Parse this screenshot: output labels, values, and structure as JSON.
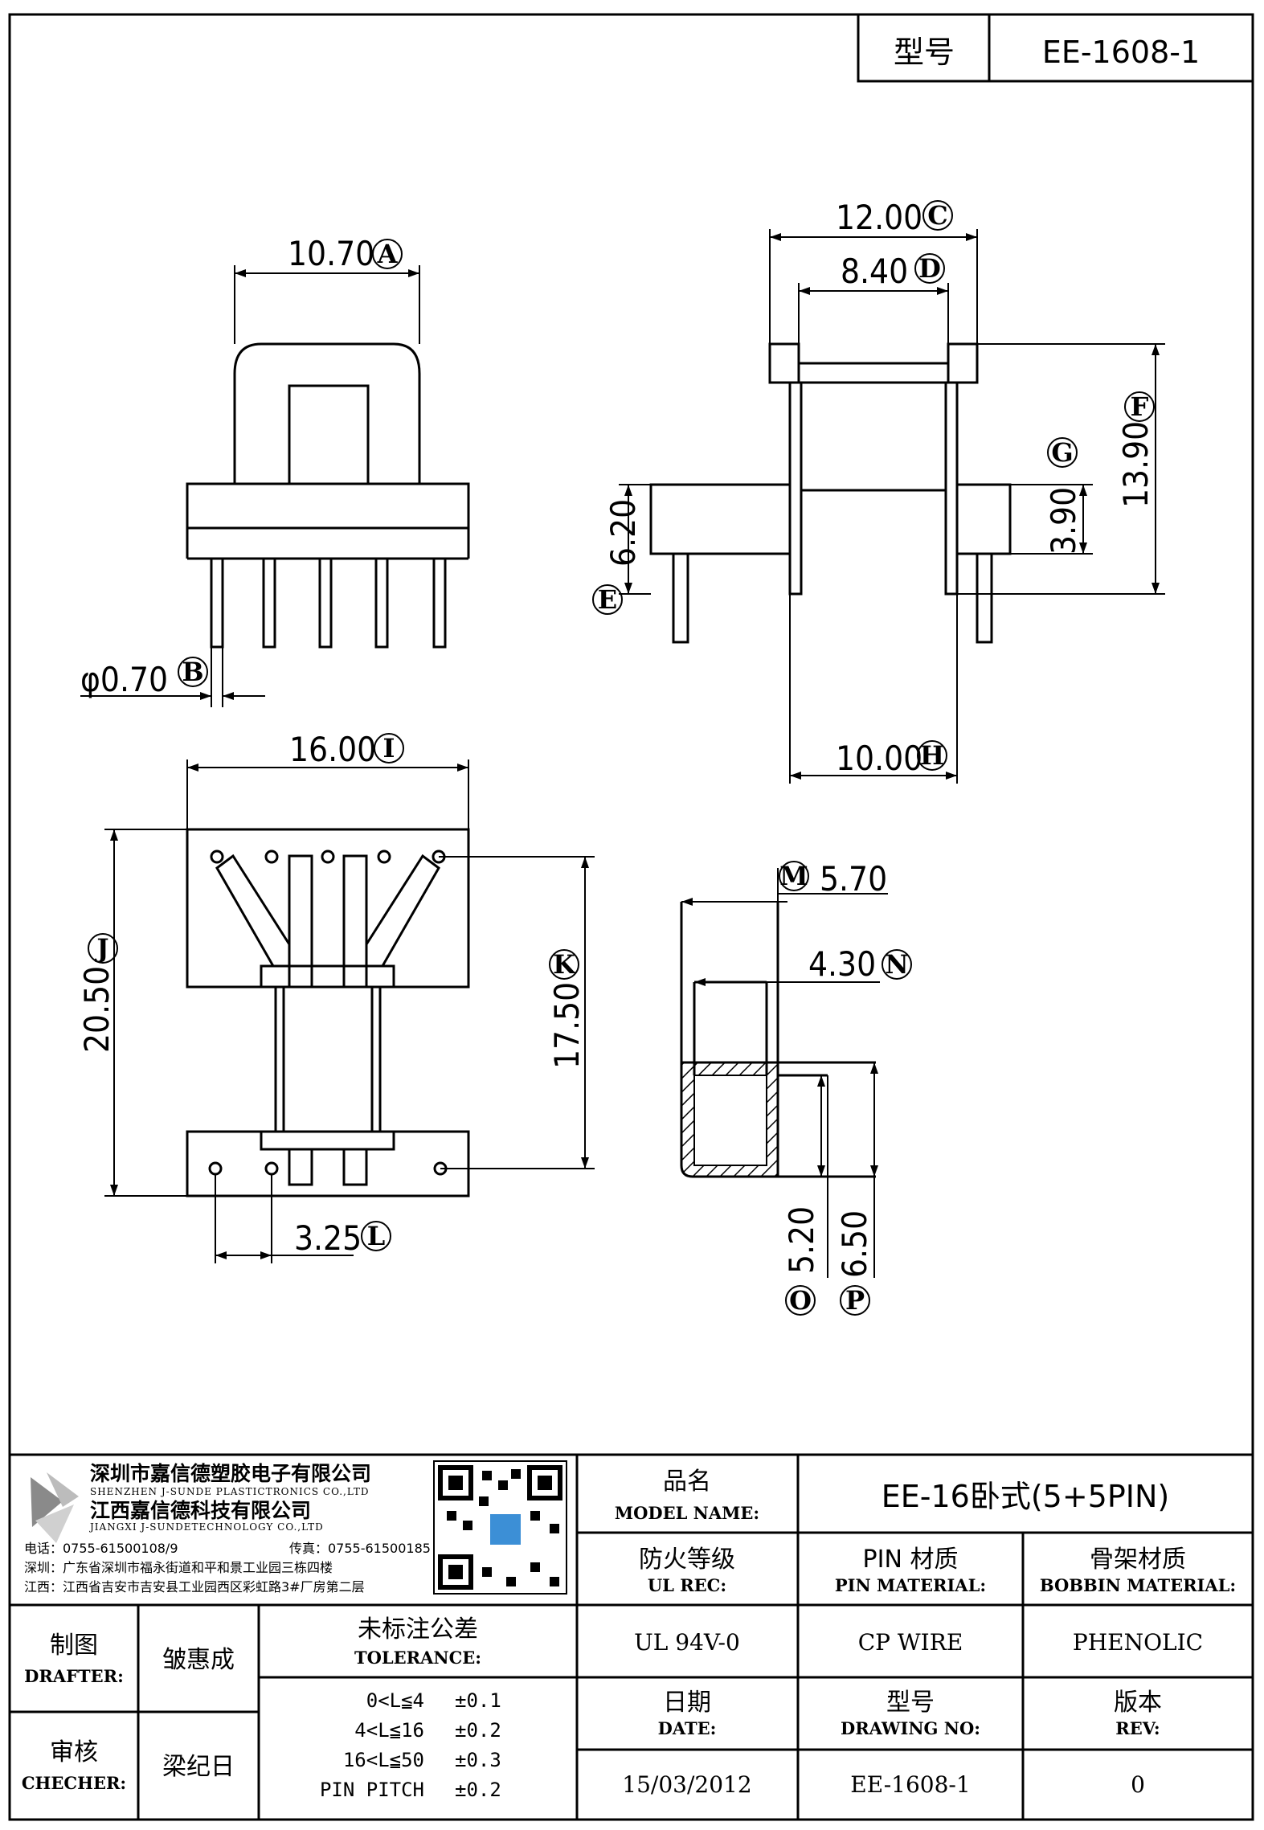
{
  "header": {
    "model_label": "型号",
    "model_value": "EE-1608-1"
  },
  "dimensions": {
    "A": {
      "value": "10.70",
      "tag": "A"
    },
    "B": {
      "value": "φ0.70",
      "tag": "B"
    },
    "C": {
      "value": "12.00",
      "tag": "C"
    },
    "D": {
      "value": "8.40",
      "tag": "D"
    },
    "E": {
      "value": "6.20",
      "tag": "E"
    },
    "F": {
      "value": "13.90",
      "tag": "F"
    },
    "G": {
      "value": "3.90",
      "tag": "G"
    },
    "H": {
      "value": "10.00",
      "tag": "H"
    },
    "I": {
      "value": "16.00",
      "tag": "I"
    },
    "J": {
      "value": "20.50",
      "tag": "J"
    },
    "K": {
      "value": "17.50",
      "tag": "K"
    },
    "L": {
      "value": "3.25",
      "tag": "L"
    },
    "M": {
      "value": "5.70",
      "tag": "M"
    },
    "N": {
      "value": "4.30",
      "tag": "N"
    },
    "O": {
      "value": "5.20",
      "tag": "O"
    },
    "P": {
      "value": "6.50",
      "tag": "P"
    }
  },
  "company": {
    "name_shenzhen": "深圳市嘉信德塑胶电子有限公司",
    "name_shenzhen_en": "SHENZHEN J-SUNDE PLASTICTRONICS CO.,LTD",
    "name_jiangxi": "江西嘉信德科技有限公司",
    "name_jiangxi_en": "JIANGXI J-SUNDETECHNOLOGY CO.,LTD",
    "phone": "电话：0755-61500108/9",
    "fax": "传真：0755-61500185",
    "addr_shenzhen": "深圳：广东省深圳市福永街道和平和景工业园三栋四楼",
    "addr_jiangxi": "江西：江西省吉安市吉安县工业园西区彩虹路3#厂房第二层"
  },
  "title_block": {
    "model_name_zh": "品名",
    "model_name_en": "MODEL NAME:",
    "model_name_value": "EE-16卧式(5+5PIN)",
    "ul_zh": "防火等级",
    "ul_en": "UL REC:",
    "pin_material_zh": "PIN 材质",
    "pin_material_en": "PIN MATERIAL:",
    "bobbin_material_zh": "骨架材质",
    "bobbin_material_en": "BOBBIN MATERIAL:",
    "ul_value": "UL 94V-0",
    "pin_material_value": "CP WIRE",
    "bobbin_material_value": "PHENOLIC",
    "date_zh": "日期",
    "date_en": "DATE:",
    "drawing_no_zh": "型号",
    "drawing_no_en": "DRAWING NO:",
    "rev_zh": "版本",
    "rev_en": "REV:",
    "date_value": "15/03/2012",
    "drawing_no_value": "EE-1608-1",
    "rev_value": "0",
    "drafter_zh": "制图",
    "drafter_en": "DRAFTER:",
    "drafter_name": "皱惠成",
    "checker_zh": "审核",
    "checker_en": "CHECHER:",
    "checker_name": "梁纪日",
    "tolerance_zh": "未标注公差",
    "tolerance_en": "TOLERANCE:",
    "tolerances": [
      {
        "range": "0<L≦4",
        "value": "±0.1"
      },
      {
        "range": "4<L≦16",
        "value": "±0.2"
      },
      {
        "range": "16<L≦50",
        "value": "±0.3"
      },
      {
        "range": "PIN PITCH",
        "value": "±0.2"
      }
    ]
  }
}
